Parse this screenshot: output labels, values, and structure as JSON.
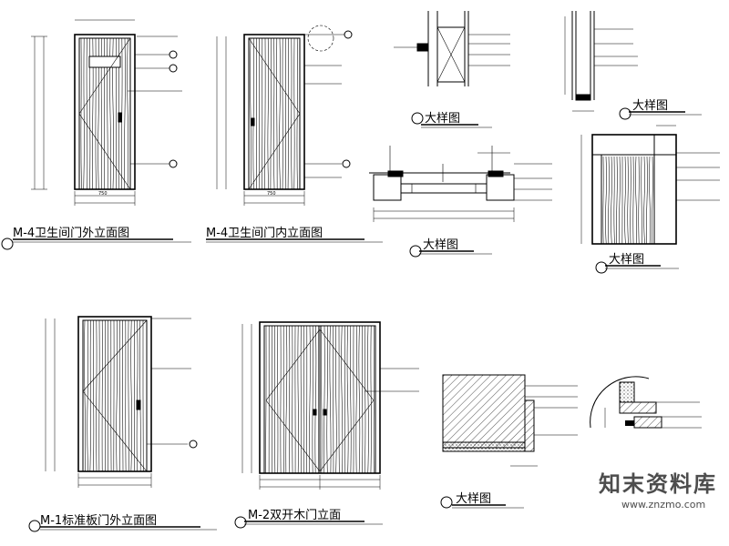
{
  "titles": {
    "t1": "M-4卫生间门外立面图",
    "t2": "M-4卫生间门内立面图",
    "t3": "大样图",
    "t4": "大样图",
    "t5": "大样图",
    "t6": "大样图",
    "t7": "M-1标准板门外立面图",
    "t8": "M-2双开木门立面",
    "t9": "大样图"
  },
  "watermark": {
    "brand": "知末资料库",
    "url": "www.znzmo.com"
  }
}
